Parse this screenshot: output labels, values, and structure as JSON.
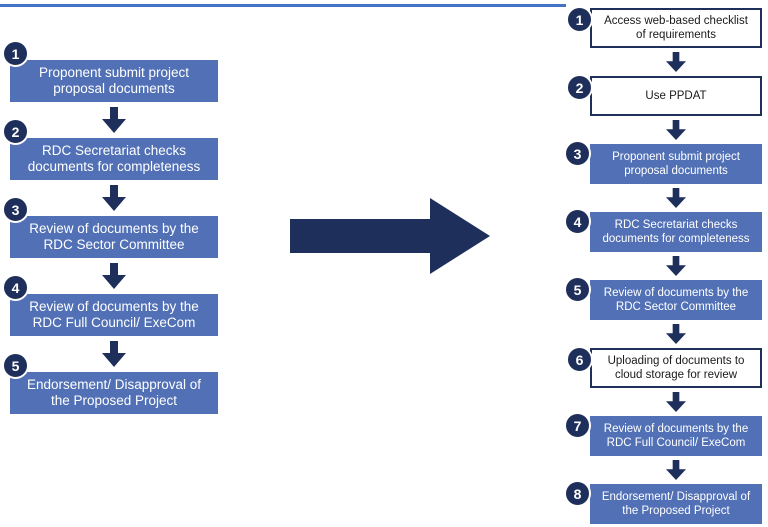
{
  "colors": {
    "blue_box": "#5170b5",
    "dark_navy": "#1f2f5b",
    "top_line": "#4472c4",
    "box_text_light": "#ffffff",
    "box_text_dark": "#1a1a1a",
    "white_box_background": "#ffffff"
  },
  "icons": {
    "transform_arrow": "right-arrow",
    "step_connector": "down-arrow"
  },
  "left_flow": {
    "steps": [
      {
        "num": "1",
        "label": "Proponent submit project proposal documents",
        "style": "blue"
      },
      {
        "num": "2",
        "label": "RDC Secretariat checks documents for completeness",
        "style": "blue"
      },
      {
        "num": "3",
        "label": "Review of documents by the RDC Sector Committee",
        "style": "blue"
      },
      {
        "num": "4",
        "label": "Review of documents by the RDC Full Council/ ExeCom",
        "style": "blue"
      },
      {
        "num": "5",
        "label": "Endorsement/ Disapproval of the Proposed Project",
        "style": "blue"
      }
    ]
  },
  "right_flow": {
    "steps": [
      {
        "num": "1",
        "label": "Access web-based checklist of requirements",
        "style": "white"
      },
      {
        "num": "2",
        "label": "Use PPDAT",
        "style": "white"
      },
      {
        "num": "3",
        "label": "Proponent submit project proposal documents",
        "style": "blue"
      },
      {
        "num": "4",
        "label": "RDC Secretariat checks documents for completeness",
        "style": "blue"
      },
      {
        "num": "5",
        "label": "Review of documents by the RDC Sector Committee",
        "style": "blue"
      },
      {
        "num": "6",
        "label": "Uploading of documents to cloud storage for review",
        "style": "white"
      },
      {
        "num": "7",
        "label": "Review of documents by the RDC Full Council/ ExeCom",
        "style": "blue"
      },
      {
        "num": "8",
        "label": "Endorsement/ Disapproval of the Proposed Project",
        "style": "blue"
      }
    ]
  }
}
